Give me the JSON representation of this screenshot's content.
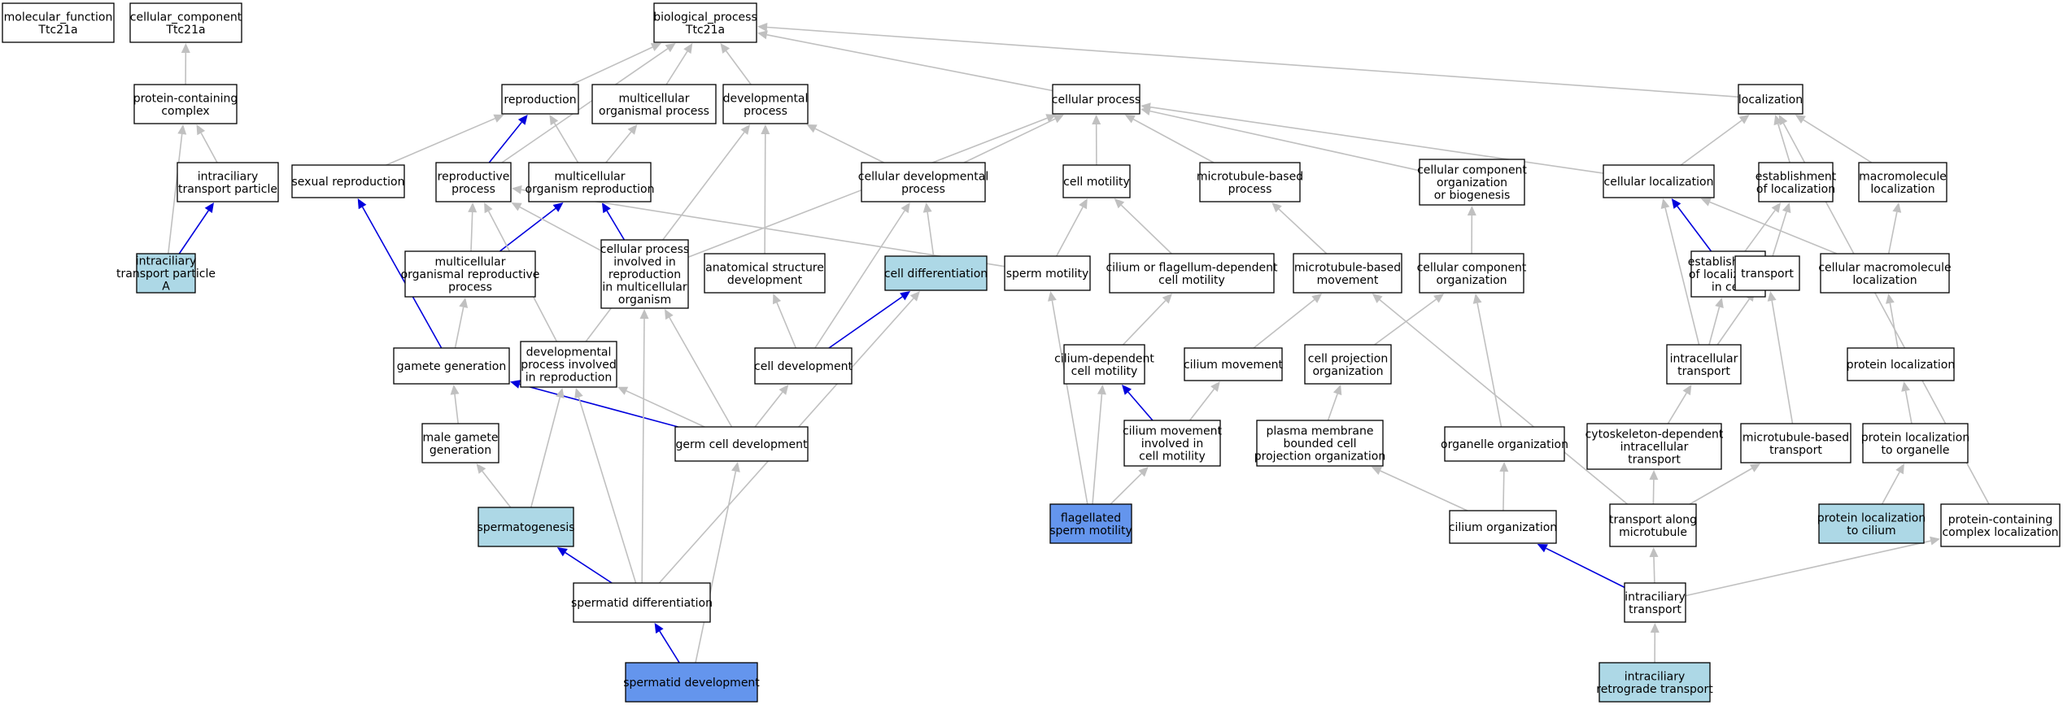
{
  "colors": {
    "plain": "#ffffff",
    "highlight": "#add8e6",
    "focus": "#6495ed",
    "edge_gray": "#c0c0c0",
    "edge_blue": "#0000dd"
  },
  "nodes": [
    {
      "id": "mf",
      "lines": [
        "molecular_function",
        "Ttc21a"
      ],
      "style": "plain"
    },
    {
      "id": "cc",
      "lines": [
        "cellular_component",
        "Ttc21a"
      ],
      "style": "plain"
    },
    {
      "id": "bp",
      "lines": [
        "biological_process",
        "Ttc21a"
      ],
      "style": "plain"
    },
    {
      "id": "pcc",
      "lines": [
        "protein-containing",
        "complex"
      ],
      "style": "plain"
    },
    {
      "id": "itp",
      "lines": [
        "intraciliary",
        "transport particle"
      ],
      "style": "plain"
    },
    {
      "id": "itpa",
      "lines": [
        "intraciliary",
        "transport particle",
        "A"
      ],
      "style": "highlight"
    },
    {
      "id": "repro",
      "lines": [
        "reproduction"
      ],
      "style": "plain"
    },
    {
      "id": "mop",
      "lines": [
        "multicellular",
        "organismal process"
      ],
      "style": "plain"
    },
    {
      "id": "devp",
      "lines": [
        "developmental",
        "process"
      ],
      "style": "plain"
    },
    {
      "id": "cellp",
      "lines": [
        "cellular process"
      ],
      "style": "plain"
    },
    {
      "id": "loc",
      "lines": [
        "localization"
      ],
      "style": "plain"
    },
    {
      "id": "sexrep",
      "lines": [
        "sexual reproduction"
      ],
      "style": "plain"
    },
    {
      "id": "repp",
      "lines": [
        "reproductive",
        "process"
      ],
      "style": "plain"
    },
    {
      "id": "mor",
      "lines": [
        "multicellular",
        "organism reproduction"
      ],
      "style": "plain"
    },
    {
      "id": "cdp",
      "lines": [
        "cellular developmental",
        "process"
      ],
      "style": "plain"
    },
    {
      "id": "cmot",
      "lines": [
        "cell motility"
      ],
      "style": "plain"
    },
    {
      "id": "mtbp",
      "lines": [
        "microtubule-based",
        "process"
      ],
      "style": "plain"
    },
    {
      "id": "ccob",
      "lines": [
        "cellular component",
        "organization",
        "or biogenesis"
      ],
      "style": "plain"
    },
    {
      "id": "cloc",
      "lines": [
        "cellular localization"
      ],
      "style": "plain"
    },
    {
      "id": "estloc",
      "lines": [
        "establishment",
        "of localization"
      ],
      "style": "plain"
    },
    {
      "id": "macloc",
      "lines": [
        "macromolecule",
        "localization"
      ],
      "style": "plain"
    },
    {
      "id": "morp",
      "lines": [
        "multicellular",
        "organismal reproductive",
        "process"
      ],
      "style": "plain"
    },
    {
      "id": "cprmo",
      "lines": [
        "cellular process",
        "involved in",
        "reproduction",
        "in multicellular",
        "organism"
      ],
      "style": "plain"
    },
    {
      "id": "asd",
      "lines": [
        "anatomical structure",
        "development"
      ],
      "style": "plain"
    },
    {
      "id": "cdiff",
      "lines": [
        "cell differentiation"
      ],
      "style": "highlight"
    },
    {
      "id": "smot",
      "lines": [
        "sperm motility"
      ],
      "style": "plain"
    },
    {
      "id": "cfdcm",
      "lines": [
        "cilium or flagellum-dependent",
        "cell motility"
      ],
      "style": "plain"
    },
    {
      "id": "mtbm",
      "lines": [
        "microtubule-based",
        "movement"
      ],
      "style": "plain"
    },
    {
      "id": "cco",
      "lines": [
        "cellular component",
        "organization"
      ],
      "style": "plain"
    },
    {
      "id": "eloccell",
      "lines": [
        "establishment",
        "of localization",
        "in cell"
      ],
      "style": "plain"
    },
    {
      "id": "transport",
      "lines": [
        "transport"
      ],
      "style": "plain"
    },
    {
      "id": "cmacloc",
      "lines": [
        "cellular macromolecule",
        "localization"
      ],
      "style": "plain"
    },
    {
      "id": "gamgen",
      "lines": [
        "gamete generation"
      ],
      "style": "plain"
    },
    {
      "id": "dpir",
      "lines": [
        "developmental",
        "process involved",
        "in reproduction"
      ],
      "style": "plain"
    },
    {
      "id": "celldev",
      "lines": [
        "cell development"
      ],
      "style": "plain"
    },
    {
      "id": "cdcm",
      "lines": [
        "cilium-dependent",
        "cell motility"
      ],
      "style": "plain"
    },
    {
      "id": "cmov",
      "lines": [
        "cilium movement"
      ],
      "style": "plain"
    },
    {
      "id": "cpo",
      "lines": [
        "cell projection",
        "organization"
      ],
      "style": "plain"
    },
    {
      "id": "ict",
      "lines": [
        "intracellular",
        "transport"
      ],
      "style": "plain"
    },
    {
      "id": "protloc",
      "lines": [
        "protein localization"
      ],
      "style": "plain"
    },
    {
      "id": "mgg",
      "lines": [
        "male gamete",
        "generation"
      ],
      "style": "plain"
    },
    {
      "id": "gcd",
      "lines": [
        "germ cell development"
      ],
      "style": "plain"
    },
    {
      "id": "cmicm",
      "lines": [
        "cilium movement",
        "involved in",
        "cell motility"
      ],
      "style": "plain"
    },
    {
      "id": "pmbcpo",
      "lines": [
        "plasma membrane",
        "bounded cell",
        "projection organization"
      ],
      "style": "plain"
    },
    {
      "id": "oo",
      "lines": [
        "organelle organization"
      ],
      "style": "plain"
    },
    {
      "id": "cdit",
      "lines": [
        "cytoskeleton-dependent",
        "intracellular",
        "transport"
      ],
      "style": "plain"
    },
    {
      "id": "mtbt",
      "lines": [
        "microtubule-based",
        "transport"
      ],
      "style": "plain"
    },
    {
      "id": "plo",
      "lines": [
        "protein localization",
        "to organelle"
      ],
      "style": "plain"
    },
    {
      "id": "spgen",
      "lines": [
        "spermatogenesis"
      ],
      "style": "highlight"
    },
    {
      "id": "fsm",
      "lines": [
        "flagellated",
        "sperm motility"
      ],
      "style": "focus"
    },
    {
      "id": "corg",
      "lines": [
        "cilium organization"
      ],
      "style": "plain"
    },
    {
      "id": "tamt",
      "lines": [
        "transport along",
        "microtubule"
      ],
      "style": "plain"
    },
    {
      "id": "plc",
      "lines": [
        "protein localization",
        "to cilium"
      ],
      "style": "highlight"
    },
    {
      "id": "pccl",
      "lines": [
        "protein-containing",
        "complex localization"
      ],
      "style": "plain"
    },
    {
      "id": "sdiff",
      "lines": [
        "spermatid differentiation"
      ],
      "style": "plain"
    },
    {
      "id": "ictr",
      "lines": [
        "intraciliary",
        "transport"
      ],
      "style": "plain"
    },
    {
      "id": "sdev",
      "lines": [
        "spermatid development"
      ],
      "style": "focus"
    },
    {
      "id": "ircr",
      "lines": [
        "intraciliary",
        "retrograde transport"
      ],
      "style": "highlight"
    }
  ],
  "edges": [
    {
      "from": "pcc",
      "to": "cc",
      "color": "gray"
    },
    {
      "from": "itp",
      "to": "pcc",
      "color": "gray"
    },
    {
      "from": "itpa",
      "to": "itp",
      "color": "blue"
    },
    {
      "from": "itpa",
      "to": "pcc",
      "color": "gray"
    },
    {
      "from": "repro",
      "to": "bp",
      "color": "gray"
    },
    {
      "from": "mop",
      "to": "bp",
      "color": "gray"
    },
    {
      "from": "devp",
      "to": "bp",
      "color": "gray"
    },
    {
      "from": "cellp",
      "to": "bp",
      "color": "gray"
    },
    {
      "from": "loc",
      "to": "bp",
      "color": "gray"
    },
    {
      "from": "repp",
      "to": "bp",
      "color": "gray"
    },
    {
      "from": "sexrep",
      "to": "repro",
      "color": "gray"
    },
    {
      "from": "repp",
      "to": "repro",
      "color": "blue"
    },
    {
      "from": "mor",
      "to": "repro",
      "color": "gray"
    },
    {
      "from": "mor",
      "to": "mop",
      "color": "gray"
    },
    {
      "from": "cdp",
      "to": "devp",
      "color": "gray"
    },
    {
      "from": "cdp",
      "to": "cellp",
      "color": "gray"
    },
    {
      "from": "cmot",
      "to": "cellp",
      "color": "gray"
    },
    {
      "from": "mtbp",
      "to": "cellp",
      "color": "gray"
    },
    {
      "from": "ccob",
      "to": "cellp",
      "color": "gray"
    },
    {
      "from": "cloc",
      "to": "cellp",
      "color": "gray"
    },
    {
      "from": "cprmo",
      "to": "cellp",
      "color": "gray"
    },
    {
      "from": "cloc",
      "to": "loc",
      "color": "gray"
    },
    {
      "from": "estloc",
      "to": "loc",
      "color": "gray"
    },
    {
      "from": "macloc",
      "to": "loc",
      "color": "gray"
    },
    {
      "from": "pccl",
      "to": "loc",
      "color": "gray"
    },
    {
      "from": "morp",
      "to": "mor",
      "color": "blue"
    },
    {
      "from": "morp",
      "to": "repp",
      "color": "gray"
    },
    {
      "from": "cprmo",
      "to": "mor",
      "color": "blue"
    },
    {
      "from": "cprmo",
      "to": "repp",
      "color": "gray"
    },
    {
      "from": "smot",
      "to": "repp",
      "color": "gray"
    },
    {
      "from": "asd",
      "to": "devp",
      "color": "gray"
    },
    {
      "from": "cdiff",
      "to": "cdp",
      "color": "gray"
    },
    {
      "from": "smot",
      "to": "cmot",
      "color": "gray"
    },
    {
      "from": "cfdcm",
      "to": "cmot",
      "color": "gray"
    },
    {
      "from": "mtbm",
      "to": "mtbp",
      "color": "gray"
    },
    {
      "from": "cco",
      "to": "ccob",
      "color": "gray"
    },
    {
      "from": "eloccell",
      "to": "cloc",
      "color": "blue"
    },
    {
      "from": "eloccell",
      "to": "estloc",
      "color": "gray"
    },
    {
      "from": "transport",
      "to": "estloc",
      "color": "gray"
    },
    {
      "from": "cmacloc",
      "to": "macloc",
      "color": "gray"
    },
    {
      "from": "cmacloc",
      "to": "cloc",
      "color": "gray"
    },
    {
      "from": "gamgen",
      "to": "sexrep",
      "color": "blue"
    },
    {
      "from": "dpir",
      "to": "repp",
      "color": "gray"
    },
    {
      "from": "dpir",
      "to": "devp",
      "color": "gray"
    },
    {
      "from": "celldev",
      "to": "cdiff",
      "color": "blue"
    },
    {
      "from": "celldev",
      "to": "asd",
      "color": "gray"
    },
    {
      "from": "celldev",
      "to": "cdp",
      "color": "gray"
    },
    {
      "from": "cdcm",
      "to": "cfdcm",
      "color": "gray"
    },
    {
      "from": "cmov",
      "to": "mtbm",
      "color": "gray"
    },
    {
      "from": "cpo",
      "to": "cco",
      "color": "gray"
    },
    {
      "from": "ict",
      "to": "cloc",
      "color": "gray"
    },
    {
      "from": "ict",
      "to": "eloccell",
      "color": "gray"
    },
    {
      "from": "ict",
      "to": "transport",
      "color": "gray"
    },
    {
      "from": "protloc",
      "to": "cmacloc",
      "color": "gray"
    },
    {
      "from": "gamgen",
      "to": "morp",
      "color": "gray"
    },
    {
      "from": "mgg",
      "to": "gamgen",
      "color": "gray"
    },
    {
      "from": "gcd",
      "to": "gamgen",
      "color": "blue"
    },
    {
      "from": "gcd",
      "to": "dpir",
      "color": "gray"
    },
    {
      "from": "gcd",
      "to": "celldev",
      "color": "gray"
    },
    {
      "from": "gcd",
      "to": "cprmo",
      "color": "gray"
    },
    {
      "from": "cmicm",
      "to": "cdcm",
      "color": "blue"
    },
    {
      "from": "cmicm",
      "to": "cmov",
      "color": "gray"
    },
    {
      "from": "pmbcpo",
      "to": "cpo",
      "color": "gray"
    },
    {
      "from": "oo",
      "to": "cco",
      "color": "gray"
    },
    {
      "from": "cdit",
      "to": "ict",
      "color": "gray"
    },
    {
      "from": "mtbt",
      "to": "transport",
      "color": "gray"
    },
    {
      "from": "plo",
      "to": "protloc",
      "color": "gray"
    },
    {
      "from": "spgen",
      "to": "mgg",
      "color": "gray"
    },
    {
      "from": "spgen",
      "to": "dpir",
      "color": "gray"
    },
    {
      "from": "fsm",
      "to": "smot",
      "color": "gray"
    },
    {
      "from": "fsm",
      "to": "cdcm",
      "color": "gray"
    },
    {
      "from": "fsm",
      "to": "cmicm",
      "color": "gray"
    },
    {
      "from": "corg",
      "to": "pmbcpo",
      "color": "gray"
    },
    {
      "from": "corg",
      "to": "oo",
      "color": "gray"
    },
    {
      "from": "tamt",
      "to": "cdit",
      "color": "gray"
    },
    {
      "from": "tamt",
      "to": "mtbt",
      "color": "gray"
    },
    {
      "from": "tamt",
      "to": "mtbm",
      "color": "gray"
    },
    {
      "from": "plc",
      "to": "plo",
      "color": "gray"
    },
    {
      "from": "sdiff",
      "to": "spgen",
      "color": "blue"
    },
    {
      "from": "sdiff",
      "to": "cdiff",
      "color": "gray"
    },
    {
      "from": "sdiff",
      "to": "dpir",
      "color": "gray"
    },
    {
      "from": "sdiff",
      "to": "cprmo",
      "color": "gray"
    },
    {
      "from": "ictr",
      "to": "corg",
      "color": "blue"
    },
    {
      "from": "ictr",
      "to": "tamt",
      "color": "gray"
    },
    {
      "from": "ictr",
      "to": "pccl",
      "color": "gray"
    },
    {
      "from": "sdev",
      "to": "sdiff",
      "color": "blue"
    },
    {
      "from": "sdev",
      "to": "gcd",
      "color": "gray"
    },
    {
      "from": "ircr",
      "to": "ictr",
      "color": "gray"
    }
  ]
}
